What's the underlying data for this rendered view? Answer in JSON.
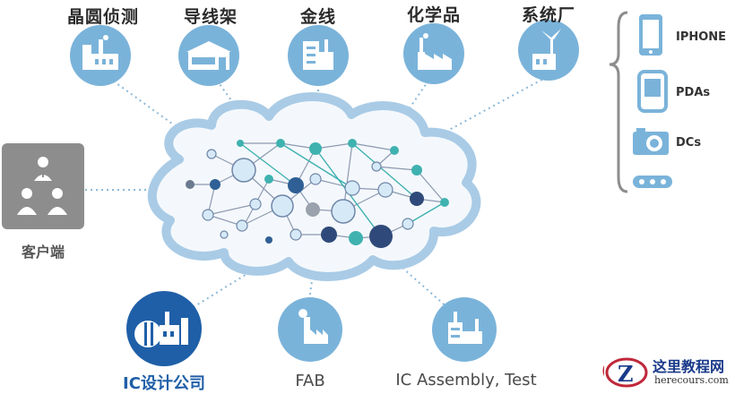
{
  "top_nodes": [
    {
      "label": "晶圆侦测",
      "icon": "factory-icon"
    },
    {
      "label": "导线架",
      "icon": "warehouse-icon"
    },
    {
      "label": "金线",
      "icon": "plant-icon"
    },
    {
      "label": "化学品",
      "icon": "chemical-plant-icon"
    },
    {
      "label": "系统厂",
      "icon": "wind-turbine-icon"
    }
  ],
  "client": {
    "label": "客户端",
    "icon": "users-icon"
  },
  "bottom_nodes": [
    {
      "label": "IC设计公司",
      "icon": "design-house-icon"
    },
    {
      "label": "FAB",
      "icon": "fab-icon"
    },
    {
      "label": "IC Assembly, Test",
      "icon": "assembly-plant-icon"
    }
  ],
  "devices": [
    {
      "label": "IPHONE",
      "icon": "smartphone-icon"
    },
    {
      "label": "PDAs",
      "icon": "pda-icon"
    },
    {
      "label": "DCs",
      "icon": "camera-icon"
    },
    {
      "label": "",
      "icon": "sensor-icon"
    }
  ],
  "watermark": {
    "title": "这里教程网",
    "url": "herecours.com"
  },
  "colors": {
    "node_blue": "#7ab3da",
    "node_dark": "#1f5fa8",
    "client_gray": "#8d8d8d",
    "teal": "#3fb2b0",
    "navy": "#2f4a7a"
  }
}
